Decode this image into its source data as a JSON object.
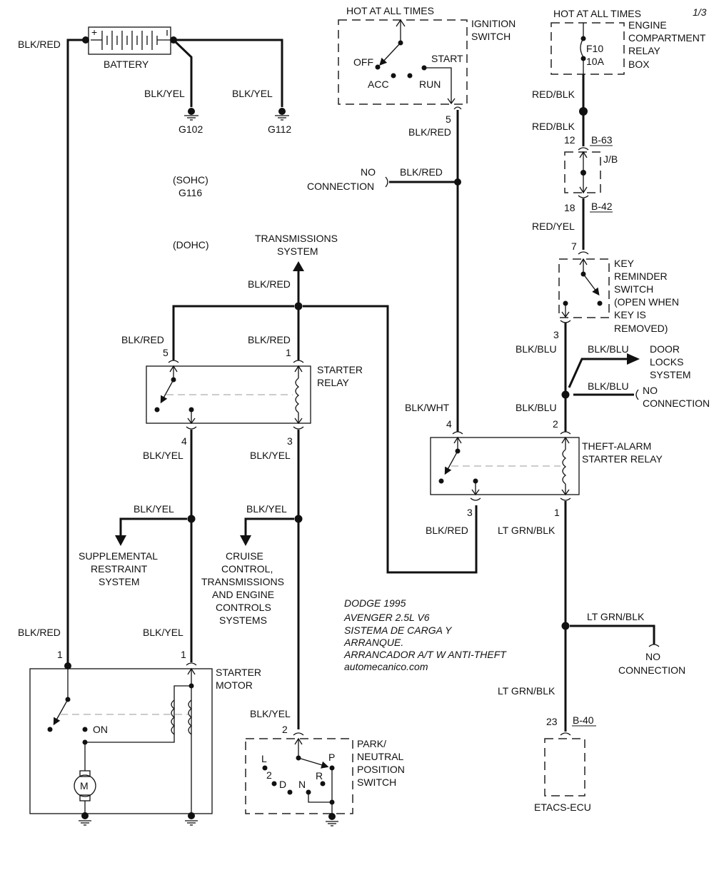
{
  "header": {
    "page_indicator": "1/3"
  },
  "title_block": {
    "line1": "DODGE 1995",
    "line2": "AVENGER 2.5L V6",
    "line3": "SISTEMA DE CARGA Y",
    "line4": "ARRANQUE.",
    "line5": "ARRANCADOR  A/T W ANTI-THEFT",
    "line6": "automecanico.com"
  },
  "battery": {
    "label": "BATTERY",
    "plus": "+",
    "left_wire": "BLK/RED",
    "g102_wire": "BLK/YEL",
    "g112_wire": "BLK/YEL",
    "g102": "G102",
    "g112": "G112"
  },
  "grounds": {
    "sohc": "(SOHC)",
    "g116": "G116",
    "dohc": "(DOHC)"
  },
  "ignition": {
    "hot": "HOT AT ALL TIMES",
    "label1": "IGNITION",
    "label2": "SWITCH",
    "off": "OFF",
    "acc": "ACC",
    "run": "RUN",
    "start": "START",
    "pin": "5",
    "wire": "BLK/RED",
    "nc_wire": "BLK/RED",
    "nc1": "NO",
    "nc2": "CONNECTION"
  },
  "relay_box": {
    "hot": "HOT AT ALL TIMES",
    "label1": "ENGINE",
    "label2": "COMPARTMENT",
    "label3": "RELAY",
    "label4": "BOX",
    "fuse": "F10",
    "amps": "10A",
    "wire1": "RED/BLK",
    "wire2": "RED/BLK"
  },
  "jb": {
    "label": "J/B",
    "pin_in": "12",
    "conn_in": "B-63",
    "pin_out": "18",
    "conn_out": "B-42",
    "wire_out": "RED/YEL"
  },
  "key_reminder": {
    "pin_in": "7",
    "label1": "KEY",
    "label2": "REMINDER",
    "label3": "SWITCH",
    "label4": "(OPEN WHEN",
    "label5": "KEY IS",
    "label6": "REMOVED)",
    "pin_out": "3",
    "wire_out": "BLK/BLU"
  },
  "door_locks": {
    "wire": "BLK/BLU",
    "label1": "DOOR",
    "label2": "LOCKS",
    "label3": "SYSTEM",
    "nc_wire": "BLK/BLU",
    "nc1": "NO",
    "nc2": "CONNECTION",
    "below_wire": "BLK/BLU"
  },
  "transmission": {
    "label1": "TRANSMISSIONS",
    "label2": "SYSTEM",
    "wire": "BLK/RED"
  },
  "starter_relay": {
    "label1": "STARTER",
    "label2": "RELAY",
    "pin5": "5",
    "pin5_wire": "BLK/RED",
    "pin1": "1",
    "pin1_wire": "BLK/RED",
    "pin4": "4",
    "pin4_wire": "BLK/YEL",
    "pin3": "3",
    "pin3_wire": "BLK/YEL"
  },
  "theft_relay": {
    "label1": "THEFT-ALARM",
    "label2": "STARTER RELAY",
    "pin4": "4",
    "pin4_wire": "BLK/WHT",
    "pin2": "2",
    "pin3": "3",
    "pin3_wire": "BLK/RED",
    "pin1": "1",
    "pin1_wire": "LT GRN/BLK"
  },
  "branches": {
    "srs_wire": "BLK/YEL",
    "srs1": "SUPPLEMENTAL",
    "srs2": "RESTRAINT",
    "srs3": "SYSTEM",
    "cruise_wire": "BLK/YEL",
    "cruise1": "CRUISE",
    "cruise2": "CONTROL,",
    "cruise3": "TRANSMISSIONS",
    "cruise4": "AND ENGINE",
    "cruise5": "CONTROLS",
    "cruise6": "SYSTEMS"
  },
  "etacs": {
    "splice_wire": "LT GRN/BLK",
    "nc1": "NO",
    "nc2": "CONNECTION",
    "wire": "LT GRN/BLK",
    "pin": "23",
    "conn": "B-40",
    "label": "ETACS-ECU"
  },
  "starter_motor": {
    "label1": "STARTER",
    "label2": "MOTOR",
    "left_wire": "BLK/RED",
    "left_pin": "1",
    "right_wire": "BLK/YEL",
    "right_pin": "1",
    "on": "ON",
    "motor": "M"
  },
  "pnp_switch": {
    "wire": "BLK/YEL",
    "pin": "2",
    "label1": "PARK/",
    "label2": "NEUTRAL",
    "label3": "POSITION",
    "label4": "SWITCH",
    "pos_l": "L",
    "pos_2": "2",
    "pos_d": "D",
    "pos_n": "N",
    "pos_r": "R",
    "pos_p": "P"
  }
}
